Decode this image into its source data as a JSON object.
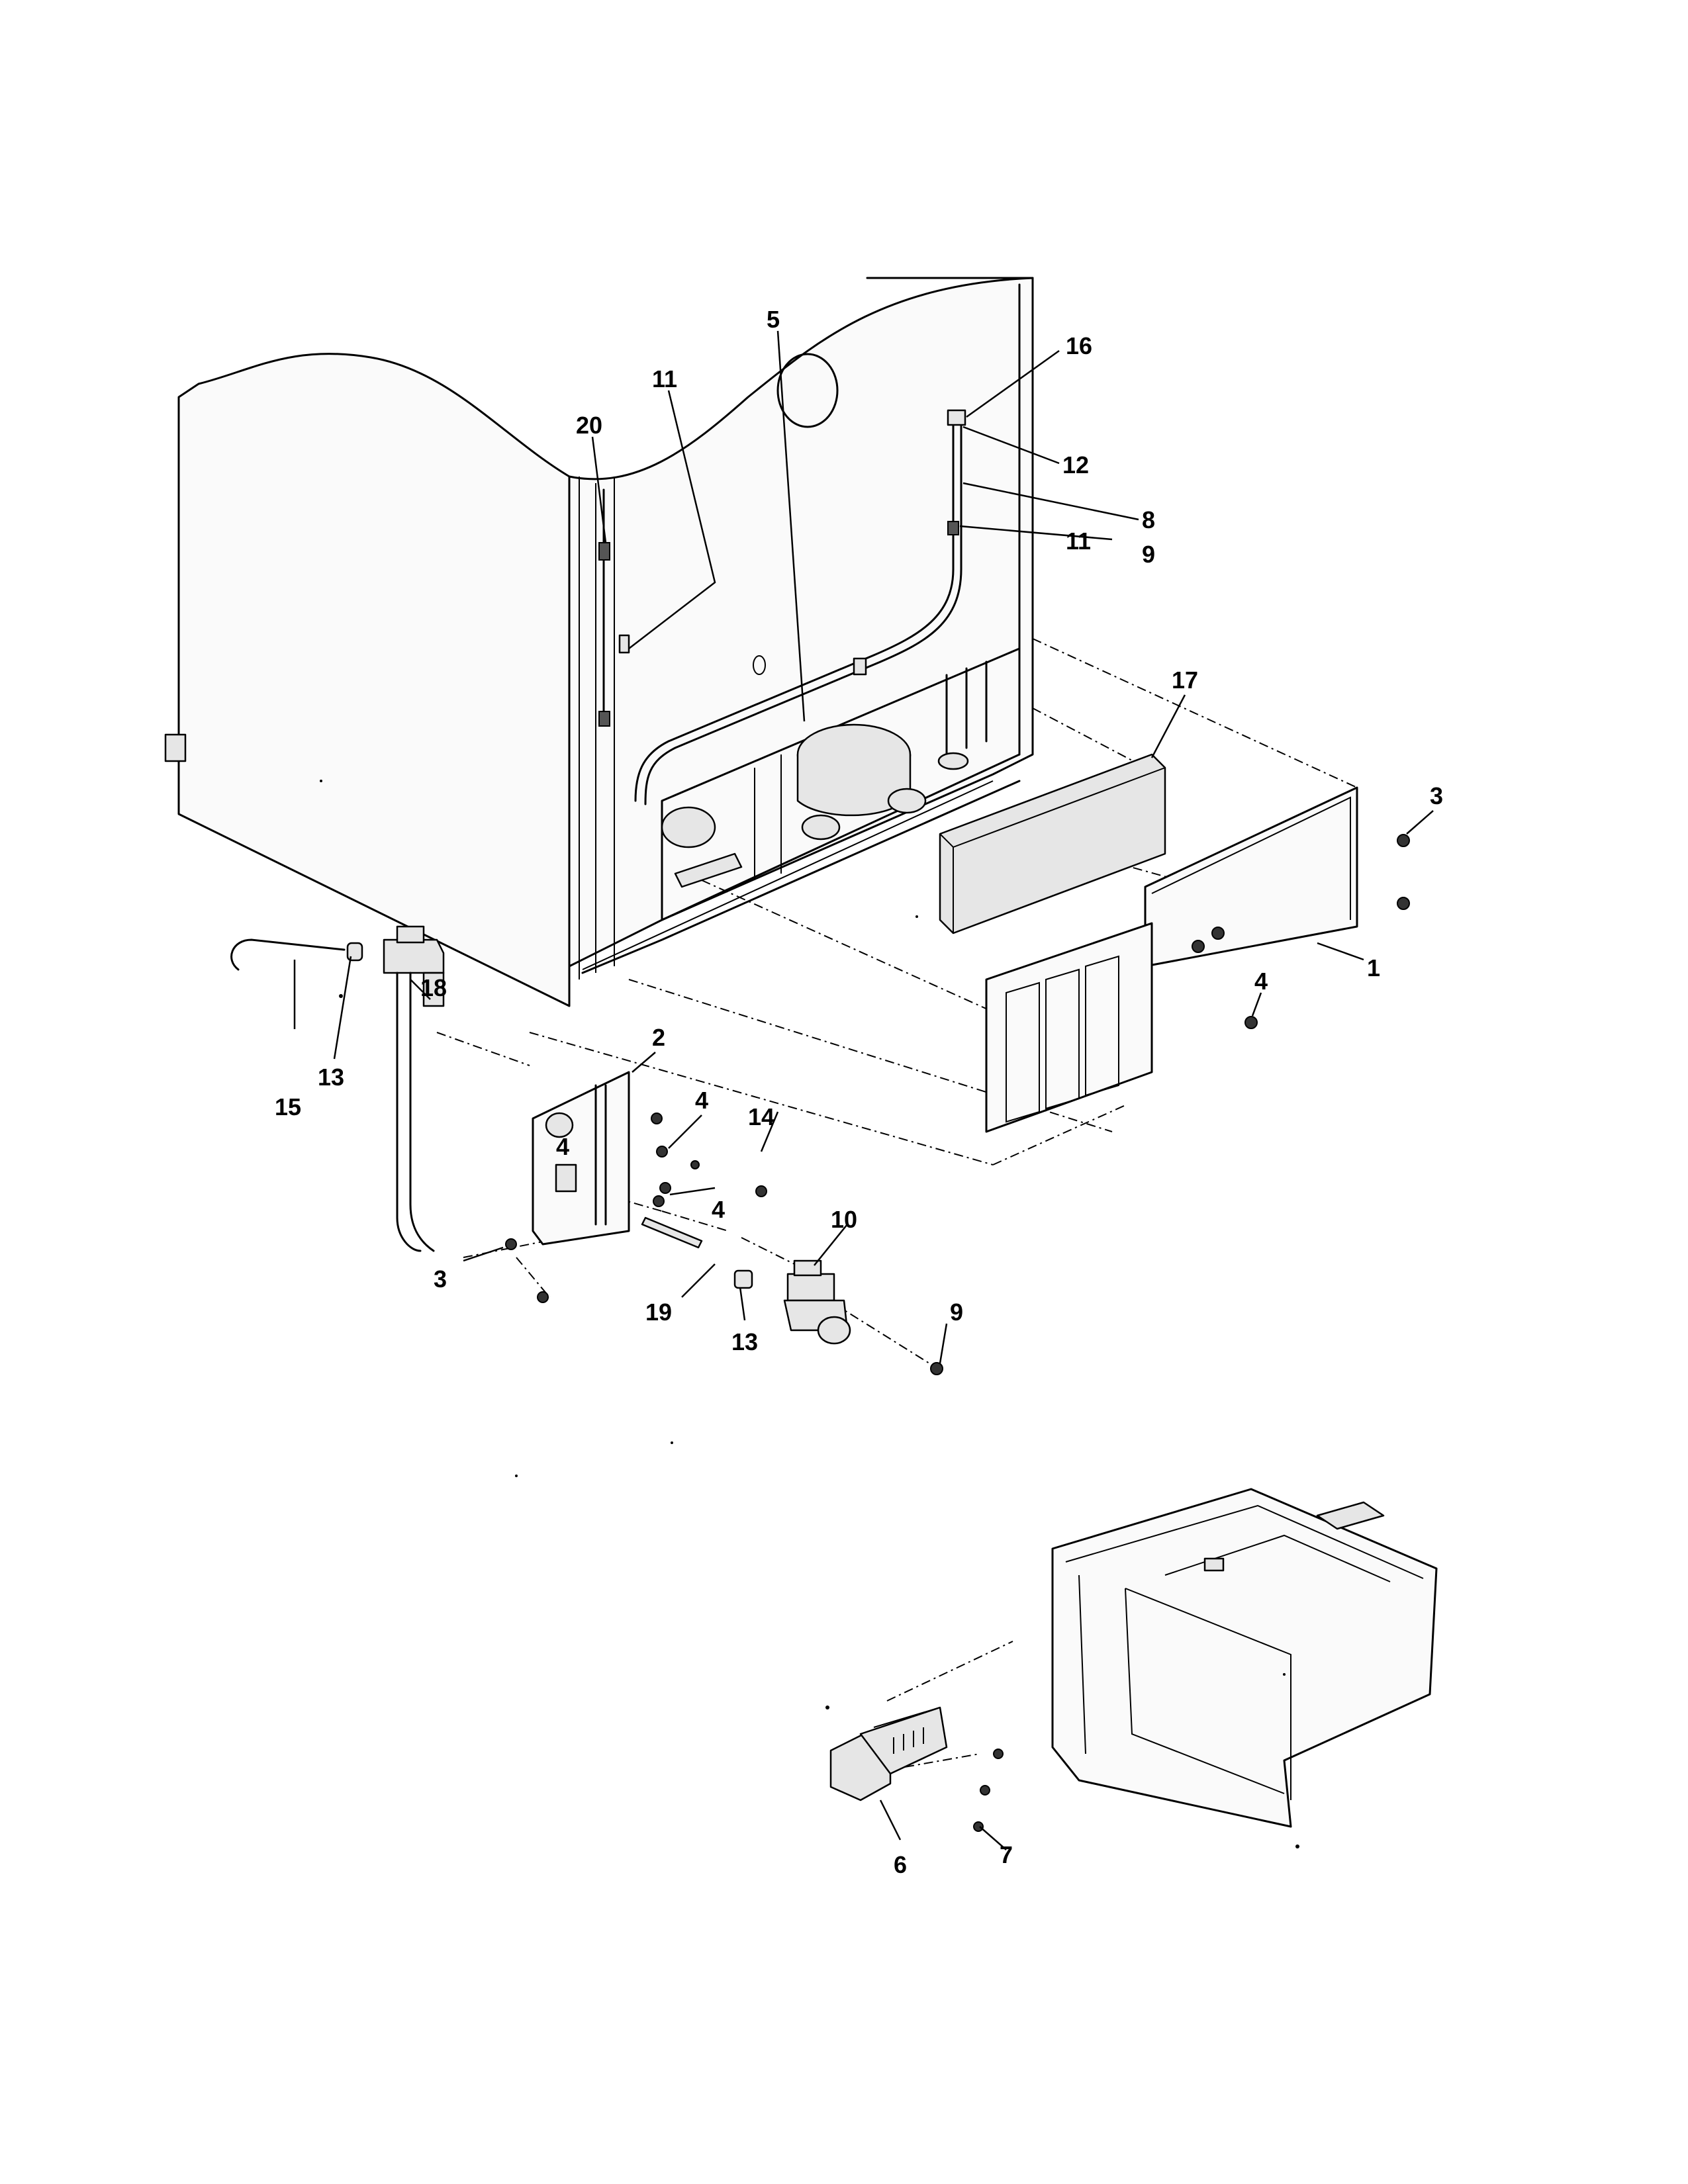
{
  "diagram": {
    "callouts": {
      "c1": "1",
      "c2": "2",
      "c3a": "3",
      "c3b": "3",
      "c4a": "4",
      "c4b": "4",
      "c4c": "4",
      "c4d": "4",
      "c5": "5",
      "c6": "6",
      "c7": "7",
      "c8": "8",
      "c9a": "9",
      "c9b": "9",
      "c10": "10",
      "c11a": "11",
      "c11b": "11",
      "c12": "12",
      "c13a": "13",
      "c13b": "13",
      "c14": "14",
      "c15": "15",
      "c16": "16",
      "c17": "17",
      "c18": "18",
      "c19": "19",
      "c20": "20"
    }
  }
}
